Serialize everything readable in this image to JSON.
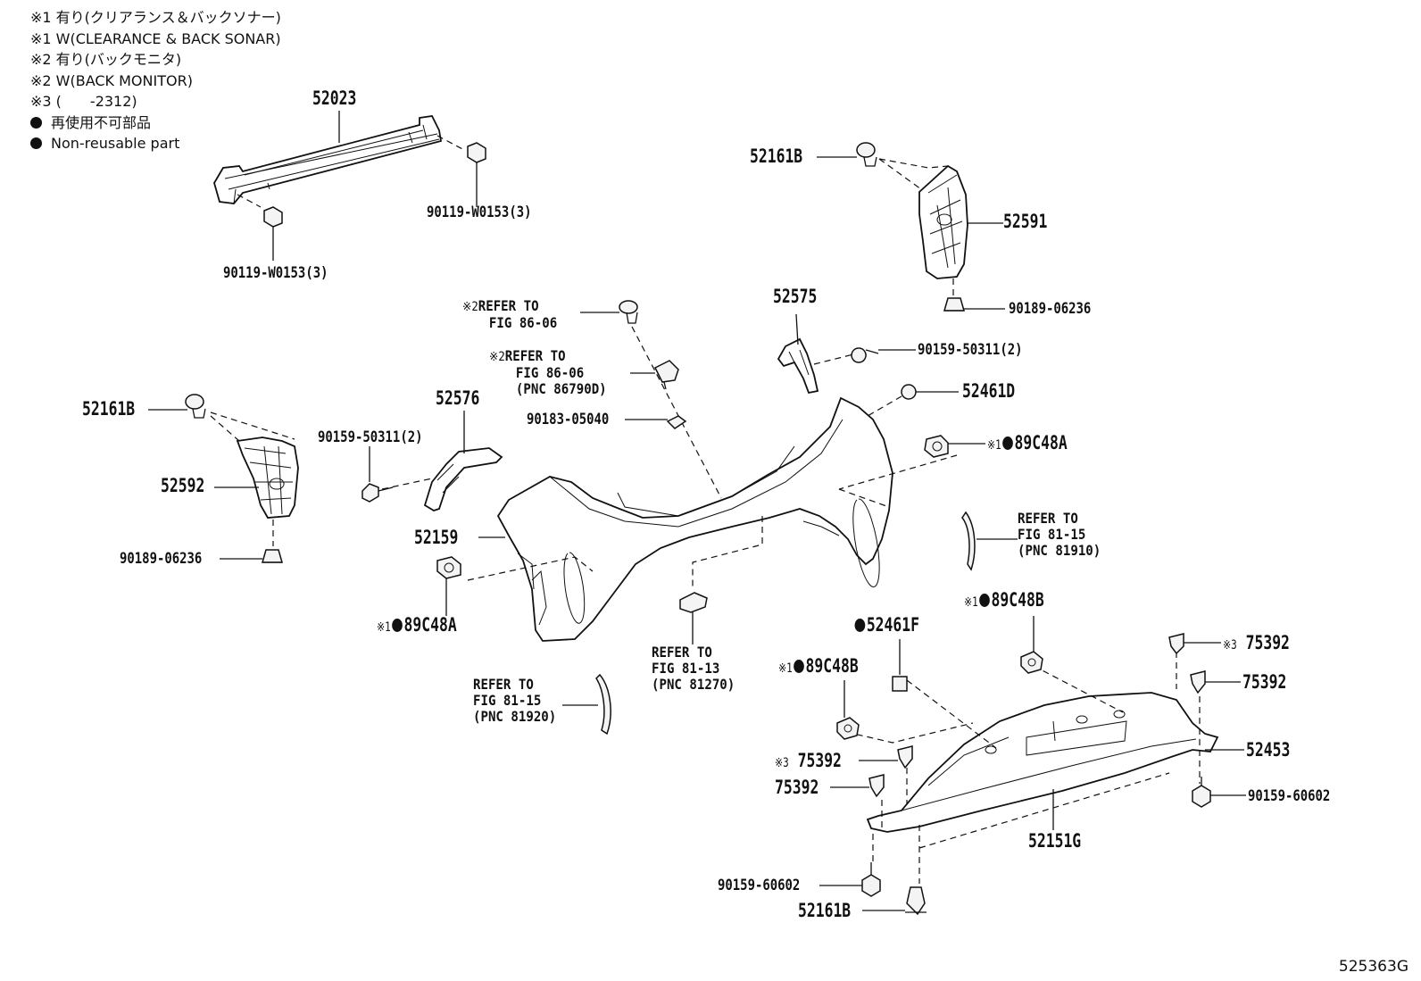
{
  "legend": [
    {
      "text": "※1 有り(クリアランス＆バックソナー)"
    },
    {
      "text": "※1 W(CLEARANCE & BACK SONAR)"
    },
    {
      "text": "※2 有り(バックモニタ)"
    },
    {
      "text": "※2 W(BACK MONITOR)"
    },
    {
      "text": "※3 (　　-2312)"
    },
    {
      "text": "再使用不可部品",
      "dot": true
    },
    {
      "text": "Non-reusable part",
      "dot": true
    }
  ],
  "labels": {
    "p52023": "52023",
    "p90119_a": "90119-W0153(3)",
    "p90119_b": "90119-W0153(3)",
    "p52161B_top": "52161B",
    "p52591": "52591",
    "p90189_r": "90189-06236",
    "p52575": "52575",
    "p90159_50311_r": "90159-50311(2)",
    "p52461D": "52461D",
    "p89C48A_r": "89C48A",
    "p52161B_left": "52161B",
    "p52592": "52592",
    "p90189_l": "90189-06236",
    "p52576": "52576",
    "p90159_50311_l": "90159-50311(2)",
    "p90183": "90183-05040",
    "p52159": "52159",
    "p89C48A_l": "89C48A",
    "p89C48B_r": "89C48B",
    "p52461F": "52461F",
    "p89C48B_l": "89C48B",
    "p75392_a": "75392",
    "p75392_b": "75392",
    "p75392_c": "75392",
    "p75392_d": "75392",
    "p52453": "52453",
    "p90159_60602_r": "90159-60602",
    "p52151G": "52151G",
    "p90159_60602_l": "90159-60602",
    "p52161B_bottom": "52161B"
  },
  "marks": {
    "m1": "※1",
    "m2": "※2",
    "m3": "※3"
  },
  "refers": {
    "r1": [
      "REFER TO",
      "FIG 86-06"
    ],
    "r2": [
      "REFER TO",
      "FIG 86-06",
      "(PNC 86790D)"
    ],
    "r3": [
      "REFER TO",
      "FIG 81-15",
      "(PNC 81910)"
    ],
    "r4": [
      "REFER TO",
      "FIG 81-13",
      "(PNC 81270)"
    ],
    "r5": [
      "REFER TO",
      "FIG 81-15",
      "(PNC 81920)"
    ]
  },
  "corner_code": "525363G"
}
